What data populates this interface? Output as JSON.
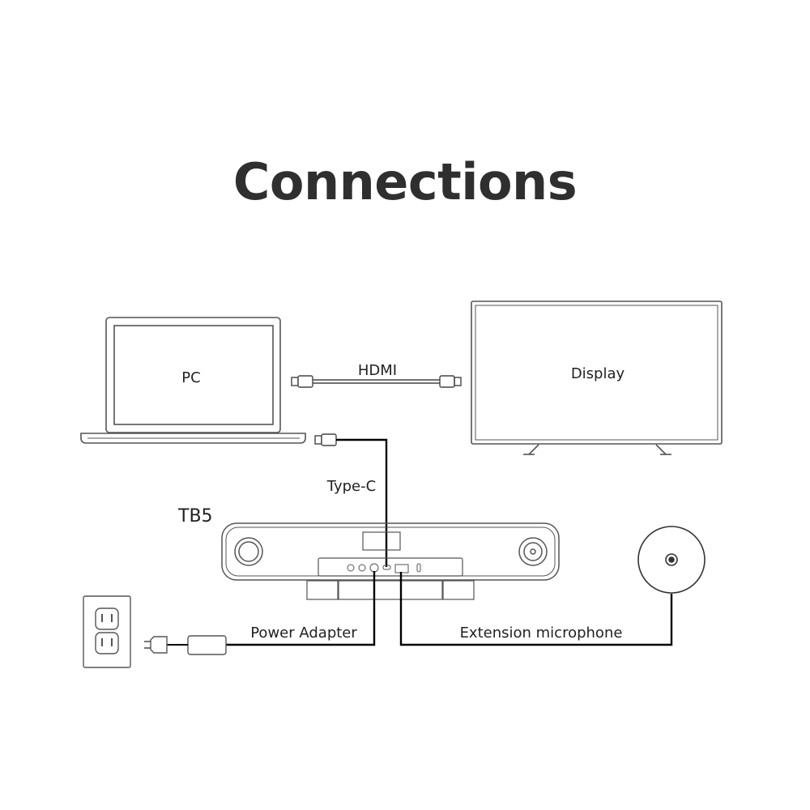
{
  "title": "Connections",
  "labels": {
    "pc": "PC",
    "display": "Display",
    "hdmi": "HDMI",
    "type_c": "Type-C",
    "device": "TB5",
    "power_adapter": "Power Adapter",
    "extension_microphone": "Extension microphone"
  },
  "colors": {
    "line": "#000000",
    "outline": "#555555",
    "text": "#222222"
  }
}
